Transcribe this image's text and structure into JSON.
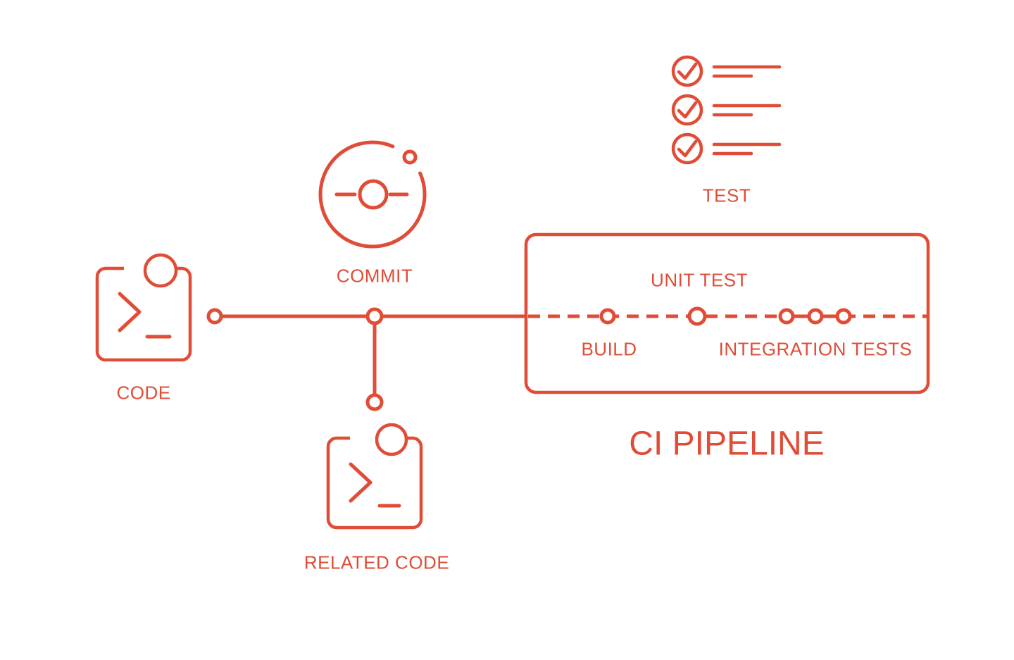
{
  "colors": {
    "accent": "#E04C36",
    "background": "#FFFFFF"
  },
  "diagram": {
    "title": "CI PIPELINE",
    "sources": [
      {
        "id": "code",
        "label": "CODE",
        "icon": "terminal-window-icon"
      },
      {
        "id": "commit",
        "label": "COMMIT",
        "icon": "git-commit-icon"
      },
      {
        "id": "related_code",
        "label": "RELATED CODE",
        "icon": "terminal-window-icon"
      },
      {
        "id": "test",
        "label": "TEST",
        "icon": "checklist-icon"
      }
    ],
    "pipeline": {
      "stages": [
        {
          "label": "BUILD",
          "label_position": "below",
          "nodes": 1
        },
        {
          "label": "UNIT TEST",
          "label_position": "above",
          "nodes": 1
        },
        {
          "label": "INTEGRATION TESTS",
          "label_position": "below",
          "nodes": 3
        }
      ]
    }
  }
}
